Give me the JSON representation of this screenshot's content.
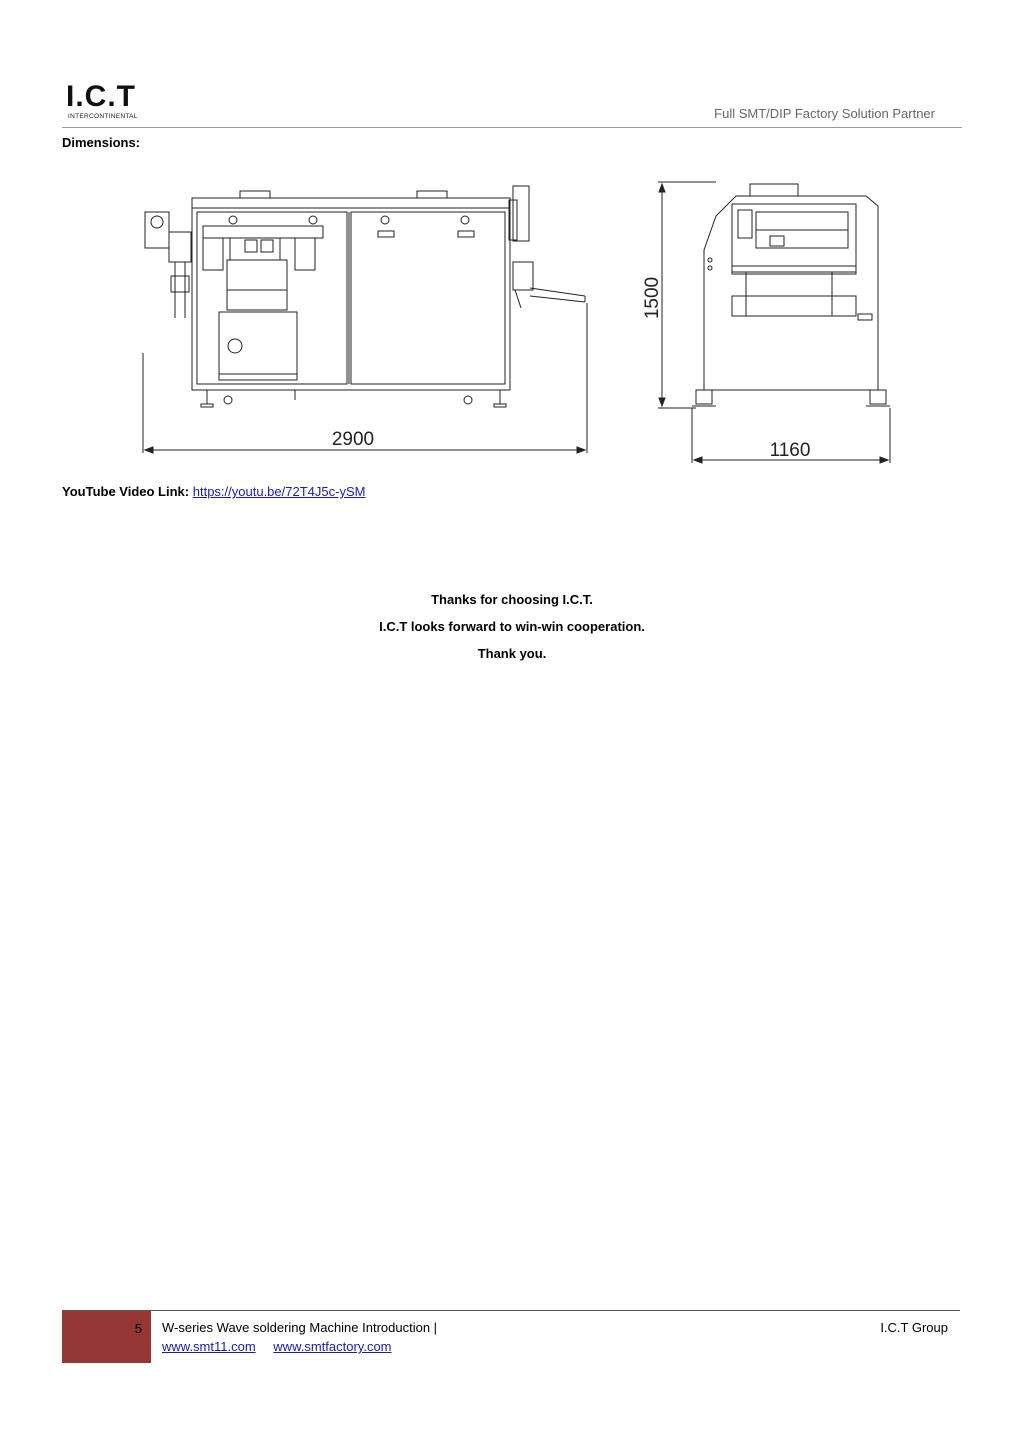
{
  "header": {
    "logo_text": "I.C.T",
    "logo_subtext": "INTERCONTINENTAL",
    "tagline": "Full SMT/DIP Factory Solution Partner"
  },
  "section": {
    "title": "Dimensions:"
  },
  "drawings": {
    "front_width_label": "2900",
    "side_height_label": "1500",
    "side_width_label": "1160"
  },
  "youtube": {
    "label": "YouTube Video Link:",
    "link": "https://youtu.be/72T4J5c-ySM"
  },
  "closing": {
    "line1": "Thanks for choosing I.C.T.",
    "line2": "I.C.T looks forward to win-win cooperation.",
    "line3": "Thank you."
  },
  "footer": {
    "page_number": "5",
    "title": "W-series Wave soldering Machine Introduction |",
    "link1": "www.smt11.com",
    "link2": "www.smtfactory.com",
    "company": "I.C.T Group",
    "accent_color": "#943634"
  }
}
